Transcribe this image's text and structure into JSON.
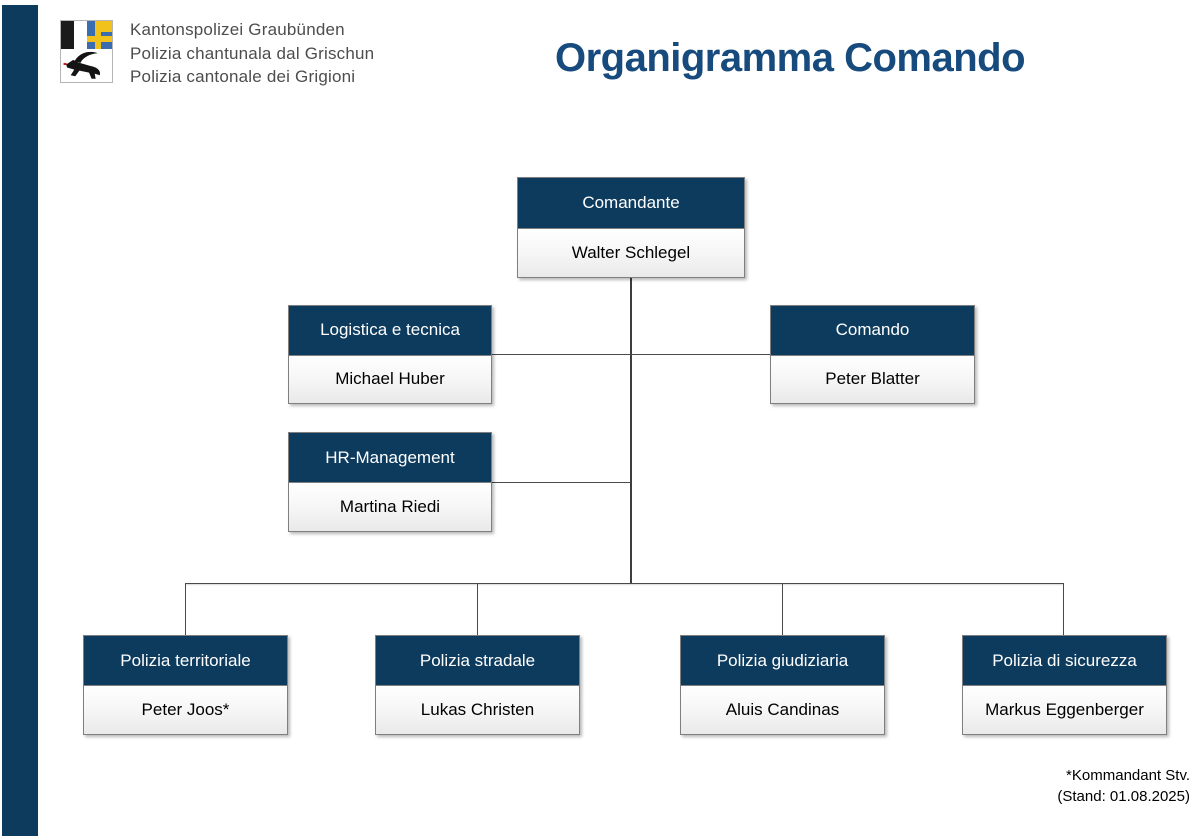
{
  "logo": {
    "arms_icon": "graubuenden-coat-of-arms-icon",
    "org_lines": [
      "Kantonspolizei Graubünden",
      "Polizia chantunala dal Grischun",
      "Polizia cantonale dei Grigioni"
    ],
    "arms_colors": {
      "black": "#1b1b1b",
      "blue": "#3a6db0",
      "yellow": "#f2c21c",
      "white": "#ffffff"
    }
  },
  "title": "Organigramma Comando",
  "colors": {
    "accent_navy": "#0d3b5e",
    "title_blue": "#174a7d",
    "box_header_bg": "#0d3b5e",
    "box_header_text": "#ffffff",
    "box_body_text": "#000000",
    "box_border": "#7f7f7f",
    "connector": "#4a4a4a"
  },
  "org_chart": {
    "nodes": [
      {
        "id": "comandante",
        "role": "Comandante",
        "name": "Walter Schlegel"
      },
      {
        "id": "logistica",
        "role": "Logistica e tecnica",
        "name": "Michael Huber"
      },
      {
        "id": "comando",
        "role": "Comando",
        "name": "Peter Blatter"
      },
      {
        "id": "hr",
        "role": "HR-Management",
        "name": "Martina Riedi"
      },
      {
        "id": "territoriale",
        "role": "Polizia territoriale",
        "name": "Peter Joos*"
      },
      {
        "id": "stradale",
        "role": "Polizia stradale",
        "name": "Lukas Christen"
      },
      {
        "id": "giudiziaria",
        "role": "Polizia giudiziaria",
        "name": "Aluis Candinas"
      },
      {
        "id": "sicurezza",
        "role": "Polizia di sicurezza",
        "name": "Markus Eggenberger"
      }
    ],
    "edges": [
      [
        "comandante",
        "logistica"
      ],
      [
        "comandante",
        "comando"
      ],
      [
        "comandante",
        "hr"
      ],
      [
        "comandante",
        "territoriale"
      ],
      [
        "comandante",
        "stradale"
      ],
      [
        "comandante",
        "giudiziaria"
      ],
      [
        "comandante",
        "sicurezza"
      ]
    ]
  },
  "footnote": {
    "line1": "*Kommandant Stv.",
    "line2": "(Stand: 01.08.2025)"
  }
}
